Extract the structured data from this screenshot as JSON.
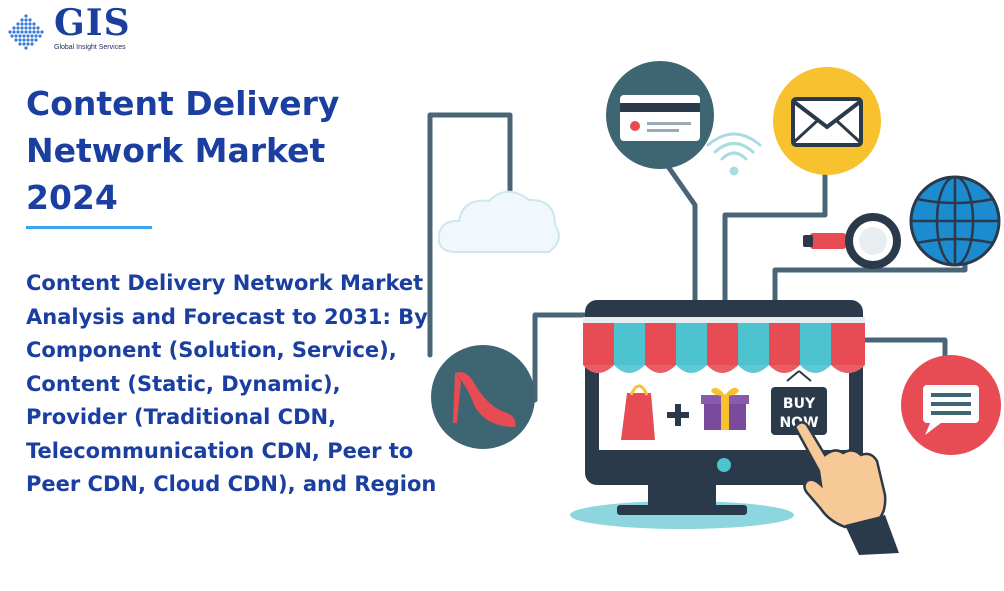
{
  "brand": {
    "name": "GIS",
    "tagline": "Global Insight Services"
  },
  "title": "Content Delivery Network Market 2024",
  "subtitle": "Content Delivery Network Market Analysis and Forecast to 2031: By Component (Solution, Service), Content (Static, Dynamic), Provider (Traditional CDN, Telecommunication CDN, Peer to Peer CDN, Cloud CDN), and Region",
  "illustration": {
    "sign_text": [
      "BUY",
      "NOW"
    ],
    "icons": [
      "credit-card-icon",
      "envelope-icon",
      "globe-icon",
      "magnifier-icon",
      "cloud-icon",
      "wifi-icon",
      "high-heel-icon",
      "chat-icon",
      "shopping-bag-icon",
      "gift-icon",
      "hand-pointer-icon",
      "monitor-icon",
      "awning-icon"
    ],
    "colors": {
      "navy": "#2b3a4a",
      "teal": "#3d6672",
      "red": "#e74c55",
      "yellow": "#f8c12e",
      "blue": "#1d8bd0",
      "cyan": "#4ec3d0",
      "line": "#4a6478"
    }
  }
}
